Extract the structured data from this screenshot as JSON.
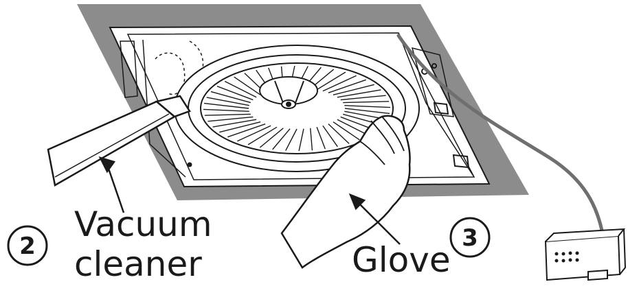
{
  "labels": {
    "step_two_number": "2",
    "vacuum_line1": "Vacuum",
    "vacuum_line2": "cleaner",
    "glove": "Glove",
    "step_three_number": "3"
  },
  "colors": {
    "frame": "#8c8c8c",
    "ink": "#1a1a1a",
    "cable": "#6f6f6f"
  }
}
